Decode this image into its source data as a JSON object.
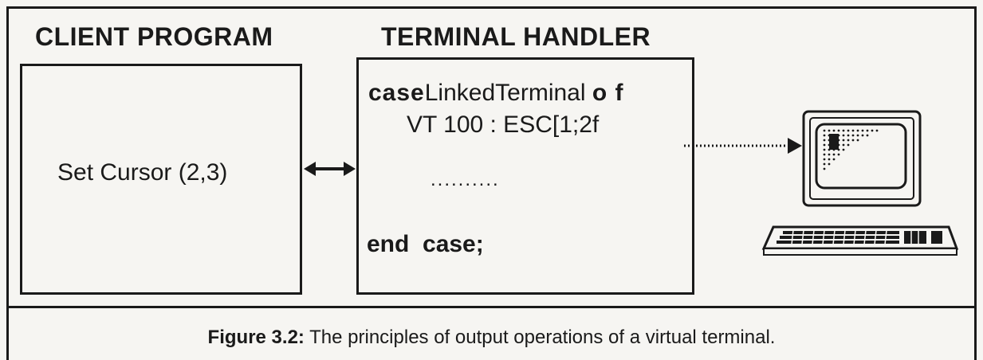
{
  "diagram": {
    "client_title": "CLIENT PROGRAM",
    "handler_title": "TERMINAL HANDLER",
    "client_text": "Set Cursor (2,3)",
    "code": {
      "line1_keyword": "case",
      "line1_text": "LinkedTerminal",
      "line1_keyword2": "o f",
      "line2": "VT 100 : ESC[1;2f",
      "line3": "..........",
      "line4": "end  case;"
    }
  },
  "caption": {
    "label": "Figure 3.2:",
    "text": " The principles of output operations of a virtual terminal."
  },
  "icons": [
    "double-arrow-icon",
    "dotted-arrow-icon",
    "computer-terminal-icon",
    "keyboard-icon"
  ]
}
